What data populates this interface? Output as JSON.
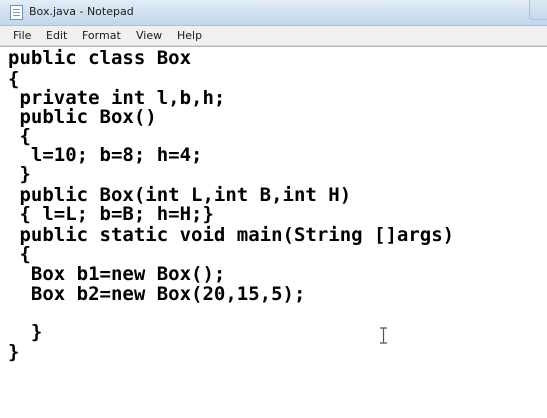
{
  "window": {
    "title": "Box.java - Notepad"
  },
  "menu": {
    "items": [
      "File",
      "Edit",
      "Format",
      "View",
      "Help"
    ]
  },
  "editor": {
    "lines": [
      "public class Box",
      "{",
      " private int l,b,h;",
      " public Box()",
      " {",
      "  l=10; b=8; h=4;",
      " }",
      " public Box(int L,int B,int H)",
      " { l=L; b=B; h=H;}",
      " public static void main(String []args)",
      " {",
      "  Box b1=new Box();",
      "  Box b2=new Box(20,15,5);",
      "",
      "  }",
      "}"
    ]
  },
  "icons": {
    "app": "notepad-icon",
    "cursor": "text-cursor-icon"
  }
}
